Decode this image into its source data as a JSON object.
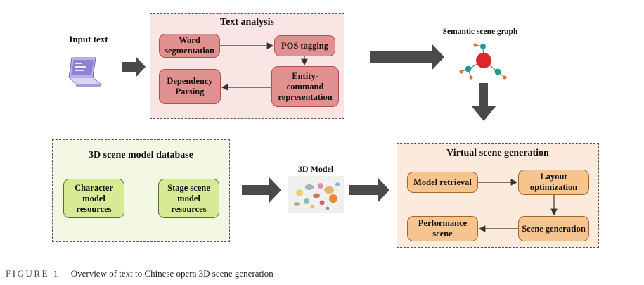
{
  "input": {
    "label": "Input text",
    "icon": "laptop-icon"
  },
  "text_analysis": {
    "title": "Text analysis",
    "boxes": {
      "word_segmentation": "Word segmentation",
      "pos_tagging": "POS tagging",
      "entity_command": "Entity-command representation",
      "dependency_parsing": "Dependency Parsing"
    },
    "colors": {
      "panel_bg": "#f9e5e4",
      "box_fill": "#e0918f",
      "box_border": "#b2504d"
    }
  },
  "semantic_graph": {
    "label": "Semantic scene graph",
    "icon": "scene-graph-icon",
    "colors": {
      "center": "#e0252b",
      "node_teal": "#1d9e91",
      "node_orange": "#e07a1a"
    }
  },
  "model_db": {
    "title": "3D scene model database",
    "boxes": {
      "character": "Character model resources",
      "stage": "Stage scene model resources"
    },
    "colors": {
      "panel_bg": "#f3f8e4",
      "box_fill": "#d7ea96"
    }
  },
  "model_3d": {
    "label": "3D Model",
    "icon": "3d-model-thumbnail-icon"
  },
  "virtual_scene": {
    "title": "Virtual scene generation",
    "boxes": {
      "model_retrieval": "Model retrieval",
      "layout_optimization": "Layout optimization",
      "scene_generation": "Scene generation",
      "performance_scene": "Performance scene"
    },
    "colors": {
      "panel_bg": "#fcebdd",
      "box_fill": "#f6c48e"
    }
  },
  "caption": {
    "label": "FIGURE 1",
    "text": "Overview of text to Chinese opera 3D scene generation"
  },
  "colors": {
    "big_arrow": "#4a4a4a"
  }
}
